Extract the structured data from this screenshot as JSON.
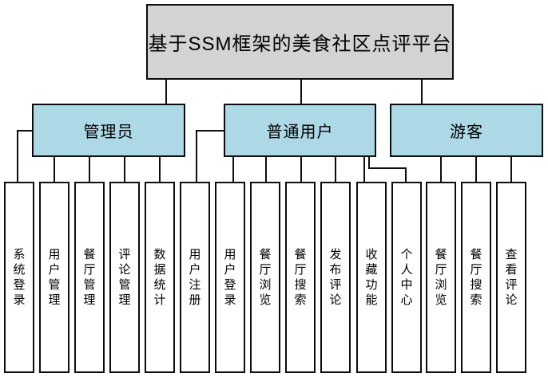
{
  "diagram": {
    "title": "基于SSM框架的美食社区点评平台",
    "branches": [
      {
        "label": "管理员",
        "children": [
          "系统登录",
          "用户管理",
          "餐厅管理",
          "评论管理",
          "数据统计"
        ]
      },
      {
        "label": "普通用户",
        "children": [
          "用户注册",
          "用户登录",
          "餐厅浏览",
          "餐厅搜索",
          "发布评论",
          "收藏功能",
          "个人中心"
        ]
      },
      {
        "label": "游客",
        "children": [
          "餐厅浏览",
          "餐厅搜索",
          "查看评论"
        ]
      }
    ],
    "colors": {
      "root_fill": "#d3d3d3",
      "branch_fill": "#add8e6",
      "leaf_fill": "#ffffff",
      "border": "#0d0d0d",
      "background": "#ffffff",
      "text": "#000000"
    }
  }
}
